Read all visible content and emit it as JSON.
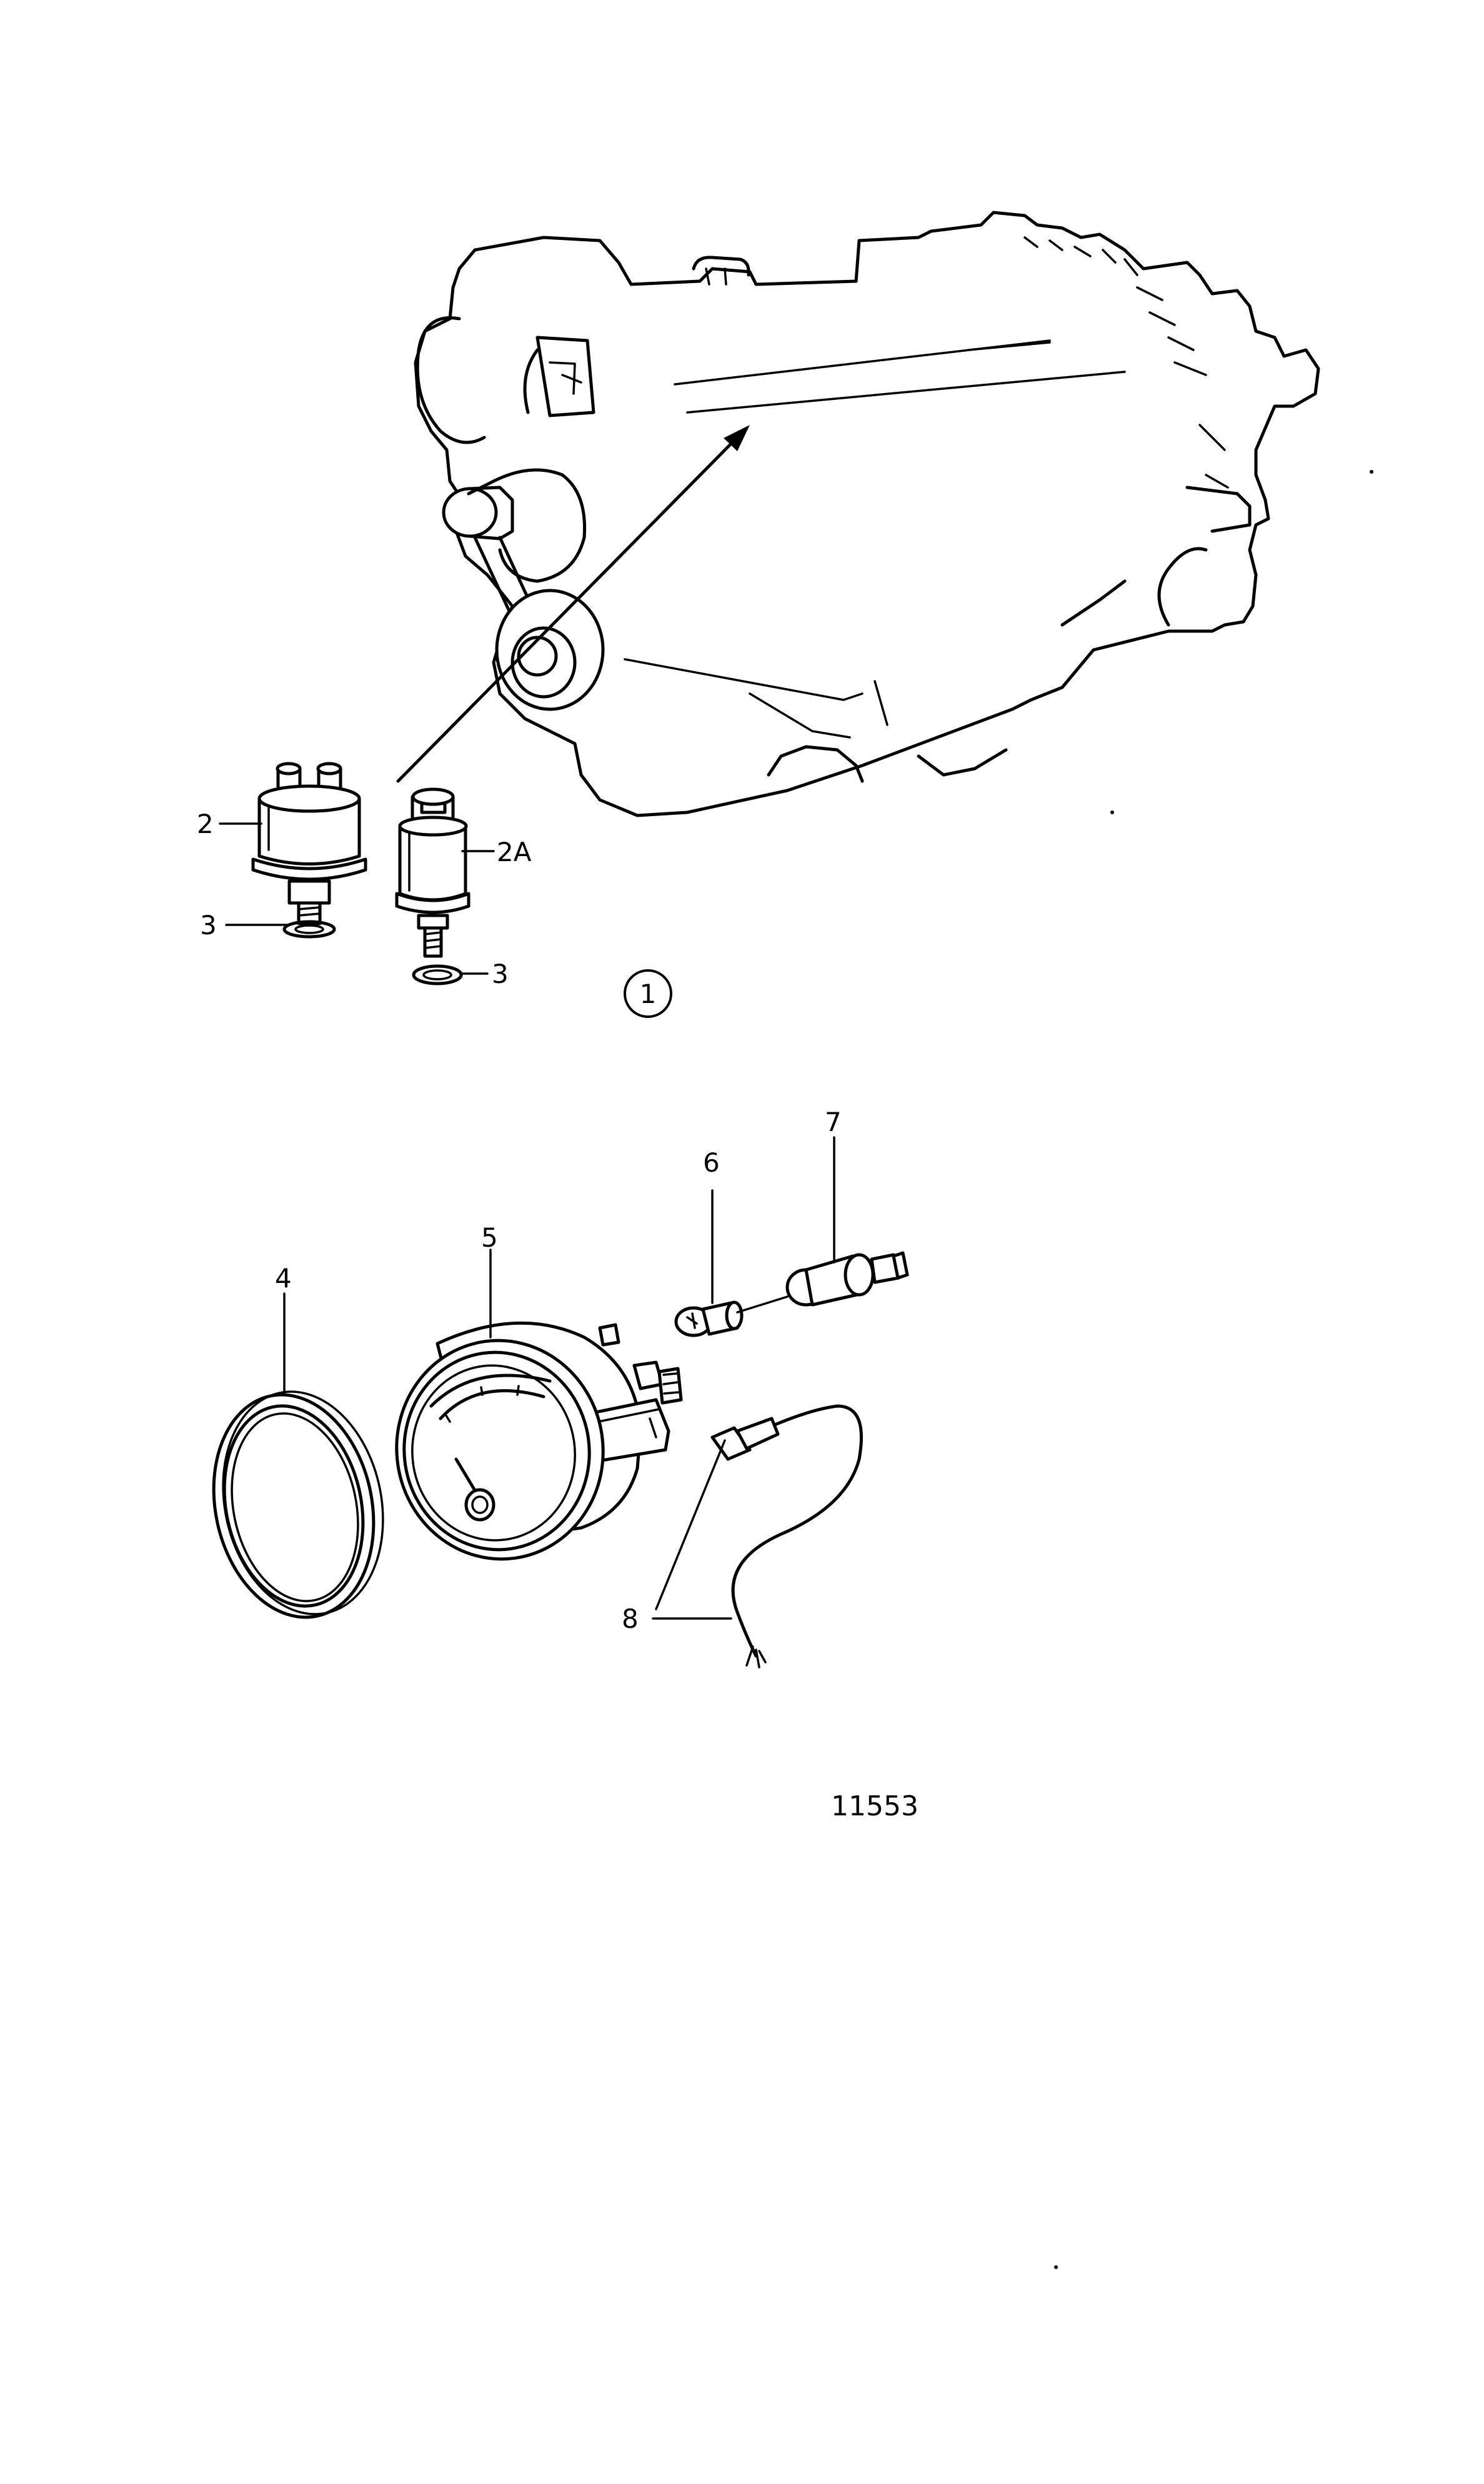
{
  "callouts": {
    "c1": "1",
    "c2": "2",
    "c2a": "2A",
    "c3a": "3",
    "c3b": "3",
    "c4": "4",
    "c5": "5",
    "c6": "6",
    "c7": "7",
    "c8": "8"
  },
  "drawing_number": "11553"
}
